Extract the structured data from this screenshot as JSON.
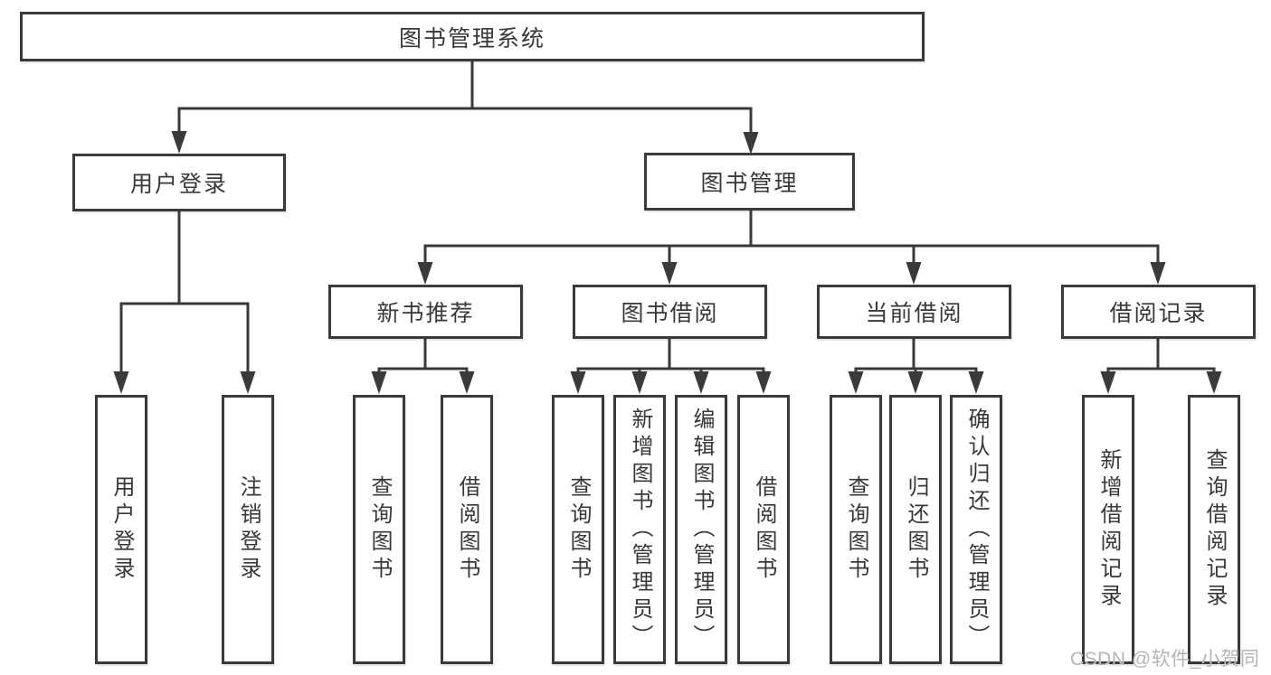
{
  "colors": {
    "line": "#3a3a3a",
    "box_border": "#3a3a3a",
    "text": "#383838",
    "watermark": "#b2b6ba",
    "background": "#ffffff"
  },
  "tree": {
    "label": "图书管理系统",
    "children": [
      {
        "label": "用户登录",
        "children": [
          {
            "label": "用户登录"
          },
          {
            "label": "注销登录"
          }
        ]
      },
      {
        "label": "图书管理",
        "children": [
          {
            "label": "新书推荐",
            "children": [
              {
                "label": "查询图书"
              },
              {
                "label": "借阅图书"
              }
            ]
          },
          {
            "label": "图书借阅",
            "children": [
              {
                "label": "查询图书"
              },
              {
                "label": "新增图书（管理员）"
              },
              {
                "label": "编辑图书（管理员）"
              },
              {
                "label": "借阅图书"
              }
            ]
          },
          {
            "label": "当前借阅",
            "children": [
              {
                "label": "查询图书"
              },
              {
                "label": "归还图书"
              },
              {
                "label": "确认归还（管理员）"
              }
            ]
          },
          {
            "label": "借阅记录",
            "children": [
              {
                "label": "新增借阅记录"
              },
              {
                "label": "查询借阅记录"
              }
            ]
          }
        ]
      }
    ]
  },
  "watermark": {
    "text": "CSDN @软件_小贺同学"
  }
}
